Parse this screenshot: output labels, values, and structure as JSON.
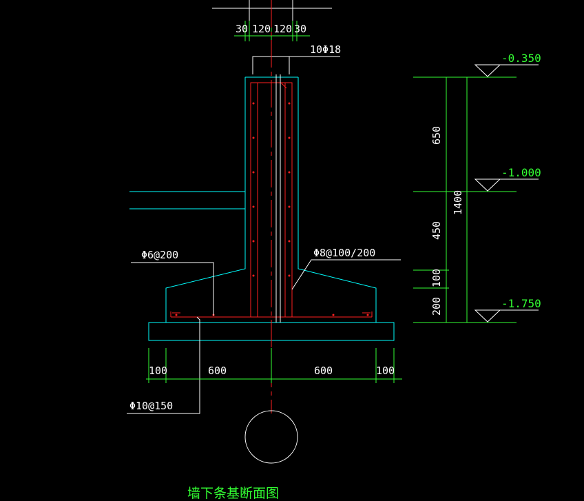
{
  "colors": {
    "background": "#000000",
    "concrete_outline": "#00ffff",
    "rebar": "#ff2020",
    "dimension_lines": "#33ff33",
    "leader_lines": "#ffffff",
    "centerline": "#ff2020",
    "label_text": "#ffffff",
    "elevation_text": "#33ff33"
  },
  "top_dimensions": [
    "30",
    "120",
    "120",
    "30"
  ],
  "bottom_dimensions": [
    "100",
    "600",
    "600",
    "100"
  ],
  "vertical_dimensions": [
    "650",
    "450",
    "100",
    "200"
  ],
  "overall_height": "1400",
  "elevations": [
    "-0.350",
    "-1.000",
    "-1.750"
  ],
  "rebar_labels": {
    "longitudinal": "10Φ18",
    "stirrup": "Φ8@100/200",
    "distribution": "Φ6@200",
    "bottom": "Φ10@150"
  },
  "title": "墙下条基断面图"
}
